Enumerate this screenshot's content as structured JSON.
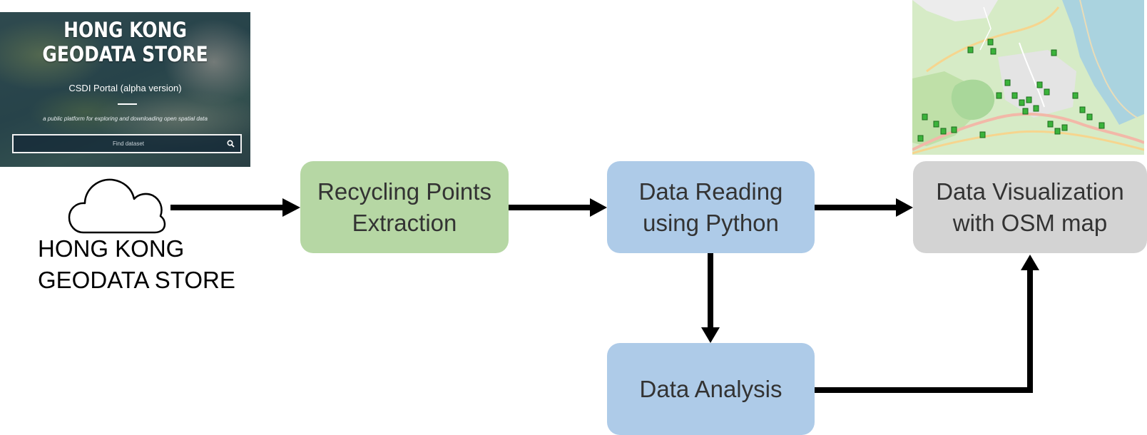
{
  "geodata_screenshot": {
    "title_line1": "HONG KONG",
    "title_line2": "GEODATA STORE",
    "portal": "CSDI Portal (alpha version)",
    "tagline": "a public platform for exploring and downloading open spatial data",
    "search_placeholder": "Find dataset",
    "search_icon": "search-icon"
  },
  "source": {
    "icon": "cloud-icon",
    "label_line1": "HONG KONG",
    "label_line2": "GEODATA STORE"
  },
  "steps": {
    "extraction": "Recycling Points\nExtraction",
    "reading": "Data Reading\nusing Python",
    "visualization": "Data Visualization\nwith OSM map",
    "analysis": "Data Analysis"
  },
  "colors": {
    "extraction": "#b6d7a4",
    "reading": "#aecbe8",
    "analysis": "#aecbe8",
    "visualization": "#d3d3d3",
    "arrow": "#000000"
  }
}
